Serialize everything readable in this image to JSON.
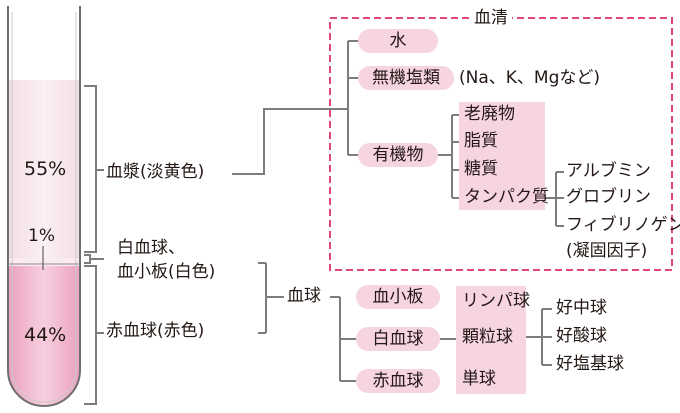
{
  "tube": {
    "pct_top": "55%",
    "pct_mid": "1%",
    "pct_bottom": "44%"
  },
  "labels": {
    "plasma": "血漿(淡黄色)",
    "wbc_platelet_1": "白血球、",
    "wbc_platelet_2": "血小板(白色)",
    "rbc_color": "赤血球(赤色)",
    "blood_cells": "血球"
  },
  "serum": {
    "title": "血清",
    "water": "水",
    "inorganic": "無機塩類",
    "inorganic_detail": "(Na、K、Mgなど)",
    "organic": "有機物",
    "organic_items": [
      "老廃物",
      "脂質",
      "糖質",
      "タンパク質"
    ],
    "proteins": [
      "アルブミン",
      "グロブリン",
      "フィブリノゲン",
      "(凝固因子)"
    ]
  },
  "cells": {
    "platelet": "血小板",
    "wbc": "白血球",
    "rbc": "赤血球",
    "wbc_types": [
      "リンパ球",
      "顆粒球",
      "単球"
    ],
    "granulocytes": [
      "好中球",
      "好酸球",
      "好塩基球"
    ]
  },
  "colors": {
    "pink_fill": "#f6d4e2",
    "dashed_border": "#e0457f",
    "line": "#7d7d7d",
    "text": "#231815"
  }
}
